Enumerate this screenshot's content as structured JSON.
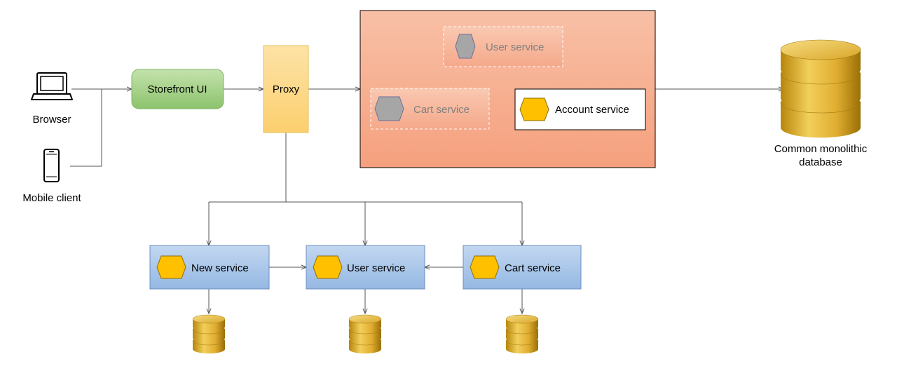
{
  "clients": {
    "browser_label": "Browser",
    "mobile_label": "Mobile client"
  },
  "gateway": {
    "storefront_label": "Storefront UI",
    "proxy_label": "Proxy"
  },
  "monolith": {
    "user_service_label": "User service",
    "cart_service_label": "Cart service",
    "account_service_label": "Account service"
  },
  "database": {
    "line1": "Common monolithic",
    "line2": "database"
  },
  "microservices": {
    "new_service_label": "New service",
    "user_service_label": "User service",
    "cart_service_label": "Cart service"
  },
  "colors": {
    "storefront_fill": "#9bcb7f",
    "proxy_fill": "#fdd98e",
    "monolith_fill": "#f6ad8f",
    "service_fill": "#a8c5e8",
    "hexagon_active": "#ffc000",
    "hexagon_legacy": "#a6a6a6",
    "database_gold": "#e0b23a"
  }
}
